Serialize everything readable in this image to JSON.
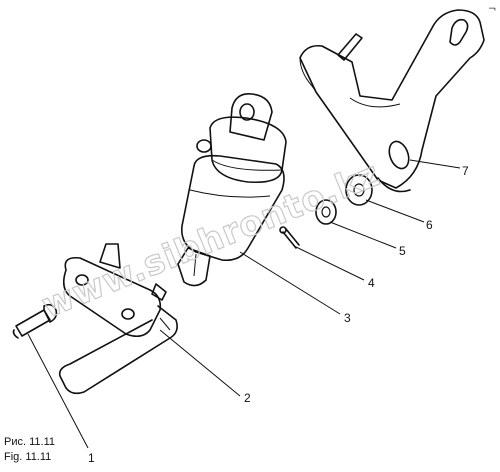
{
  "figure": {
    "caption_ru": "Рис. 11.11",
    "caption_en": "Fig. 11.11",
    "corner_mark": "¬"
  },
  "watermark": "www.sibhronto.kz",
  "callouts": [
    {
      "id": 1,
      "label": "1"
    },
    {
      "id": 2,
      "label": "2"
    },
    {
      "id": 3,
      "label": "3"
    },
    {
      "id": 4,
      "label": "4"
    },
    {
      "id": 5,
      "label": "5"
    },
    {
      "id": 6,
      "label": "6"
    },
    {
      "id": 7,
      "label": "7"
    }
  ],
  "parts": [
    {
      "id": 1,
      "name": "bolt-icon"
    },
    {
      "id": 2,
      "name": "lower-bracket-icon"
    },
    {
      "id": 3,
      "name": "cylinder-assembly-icon"
    },
    {
      "id": 4,
      "name": "cotter-pin-icon"
    },
    {
      "id": 5,
      "name": "washer-icon"
    },
    {
      "id": 6,
      "name": "spacer-washer-icon"
    },
    {
      "id": 7,
      "name": "upper-bracket-icon"
    }
  ]
}
